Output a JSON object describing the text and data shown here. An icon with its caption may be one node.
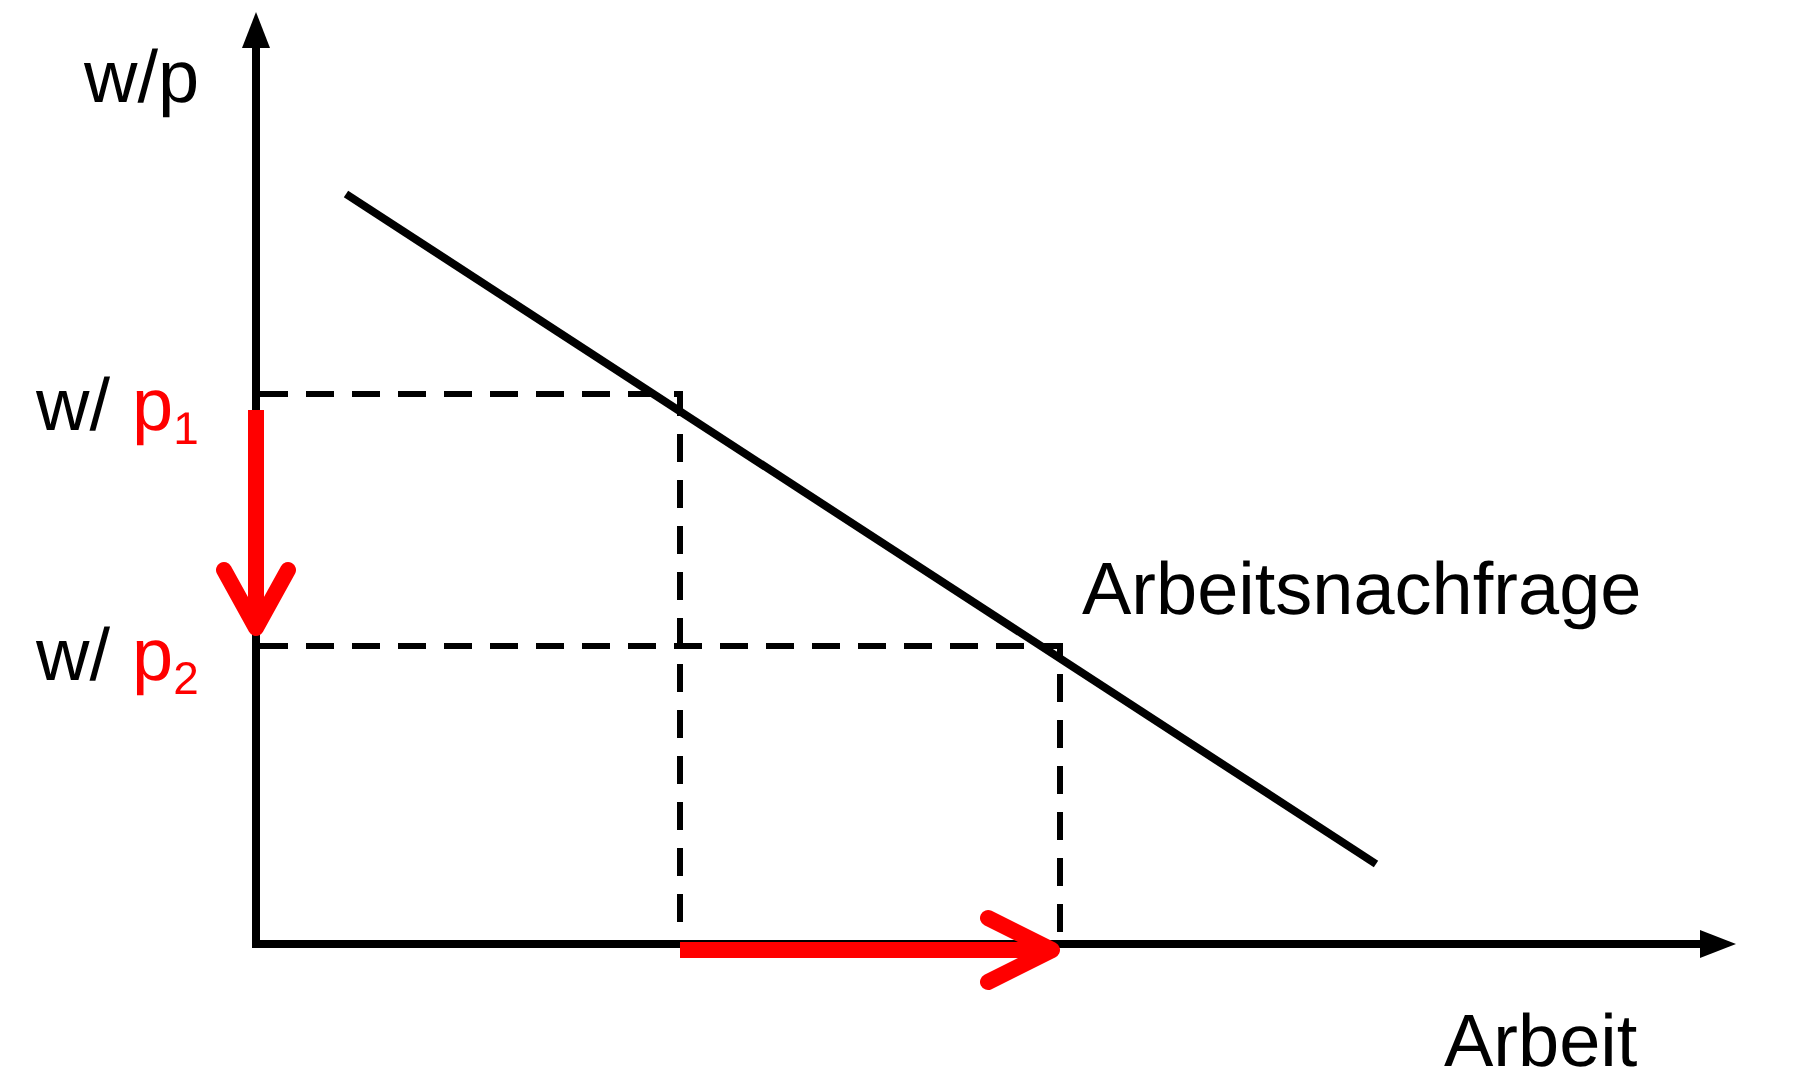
{
  "diagram": {
    "labels": [
      "w/p",
      "w/",
      "p$_{1}$",
      "w/",
      "p$_{2}$",
      "Arbeitsnachfrage",
      "Arbeit"
    ]
  }
}
